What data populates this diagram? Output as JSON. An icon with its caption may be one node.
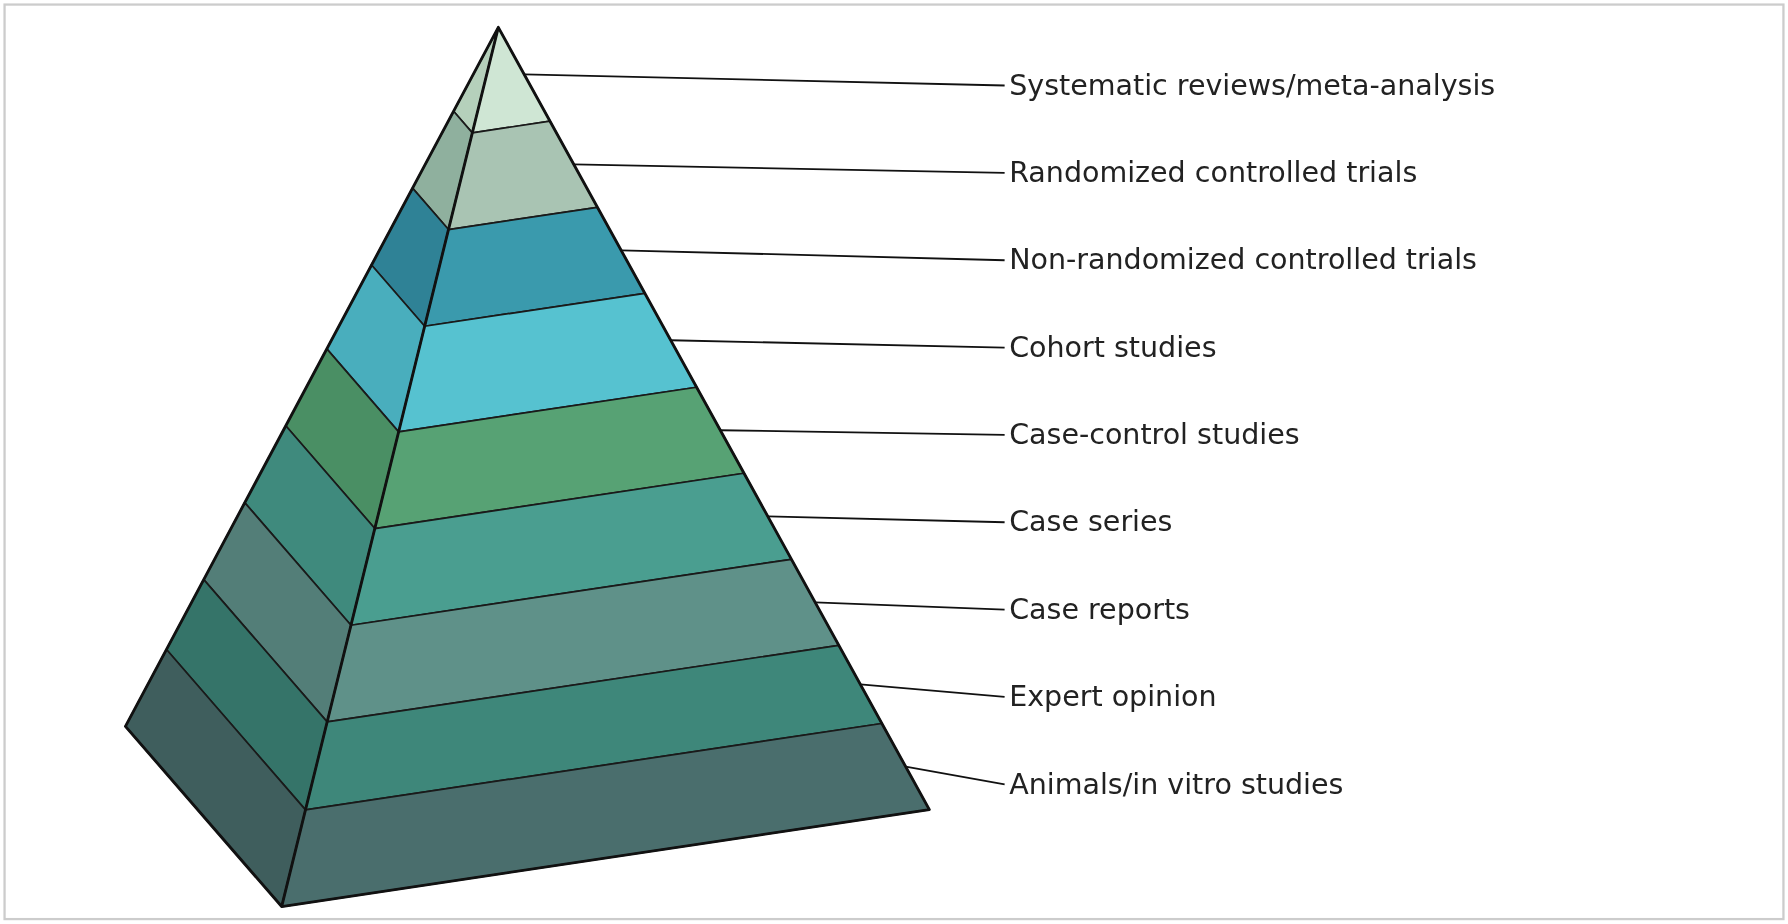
{
  "diagram": {
    "nodes": [
      {
        "text": [
          "Systematic reviews/meta-analysis"
        ]
      },
      {
        "text": [
          "Randomized controlled trials"
        ]
      },
      {
        "text": [
          "Non-randomized controlled trials"
        ]
      },
      {
        "text": [
          "Cohort studies"
        ]
      },
      {
        "text": [
          "Case-control studies"
        ]
      },
      {
        "text": [
          "Case series"
        ]
      },
      {
        "text": [
          "Case reports"
        ]
      },
      {
        "text": [
          "Expert opinion"
        ]
      },
      {
        "text": [
          "Animals/in vitro studies"
        ]
      },
      {
        "text": [],
        "shape": "band"
      },
      {
        "text": [],
        "shape": "band"
      },
      {
        "text": [],
        "shape": "band"
      },
      {
        "text": [],
        "shape": "band"
      },
      {
        "text": [],
        "shape": "band"
      },
      {
        "text": [],
        "shape": "band"
      },
      {
        "text": [],
        "shape": "band"
      },
      {
        "text": [],
        "shape": "band"
      },
      {
        "text": [],
        "shape": "band"
      }
    ],
    "edges": [
      {
        "from": 0,
        "to": 9,
        "arrow": "none"
      },
      {
        "from": 1,
        "to": 10,
        "arrow": "none"
      },
      {
        "from": 2,
        "to": 11,
        "arrow": "none"
      },
      {
        "from": 3,
        "to": 12,
        "arrow": "none"
      },
      {
        "from": 4,
        "to": 13,
        "arrow": "none"
      },
      {
        "from": 5,
        "to": 14,
        "arrow": "none"
      },
      {
        "from": 6,
        "to": 15,
        "arrow": "none"
      },
      {
        "from": 7,
        "to": 16,
        "arrow": "none"
      },
      {
        "from": 8,
        "to": 17,
        "arrow": "none"
      }
    ]
  }
}
